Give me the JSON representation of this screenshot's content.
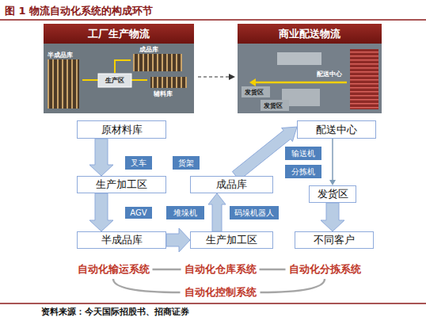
{
  "diagram": {
    "title": "图 1 物流自动化系统的构成环节",
    "caption": "资料来源：今天国际招股书、招商证券",
    "nodes": [
      {
        "text": [
          "工厂生产物流"
        ]
      },
      {
        "text": [
          "商业配送物流"
        ]
      },
      {
        "text": [
          "原材料库"
        ]
      },
      {
        "text": [
          "配送中心"
        ]
      },
      {
        "text": [
          "叉车"
        ]
      },
      {
        "text": [
          "货架"
        ]
      },
      {
        "text": [
          "输送机"
        ]
      },
      {
        "text": [
          "分拣机"
        ]
      },
      {
        "text": [
          "生产加工区"
        ]
      },
      {
        "text": [
          "成品库"
        ]
      },
      {
        "text": [
          "发货区"
        ]
      },
      {
        "text": [
          "AGV"
        ]
      },
      {
        "text": [
          "堆垛机"
        ]
      },
      {
        "text": [
          "码垛机器人"
        ]
      },
      {
        "text": [
          "半成品库"
        ]
      },
      {
        "text": [
          "生产加工区"
        ]
      },
      {
        "text": [
          "不同客户"
        ]
      }
    ],
    "edges": [
      {
        "from": 2,
        "to": 8,
        "arrow": "to"
      },
      {
        "from": 8,
        "to": 14,
        "arrow": "to"
      },
      {
        "from": 14,
        "to": 15,
        "arrow": "to"
      },
      {
        "from": 15,
        "to": 9,
        "arrow": "to"
      },
      {
        "from": 9,
        "to": 3,
        "arrow": "to"
      },
      {
        "from": 3,
        "to": 10,
        "arrow": "to"
      },
      {
        "from": 10,
        "to": 16,
        "arrow": "to"
      }
    ],
    "labels": [
      "半成品库",
      "成品库",
      "生产区",
      "辅料库",
      "配送中心",
      "发货区",
      "发货区",
      "自动化输运系统",
      "自动化仓库系统",
      "自动化分拣系统",
      "自动化控制系统"
    ]
  }
}
